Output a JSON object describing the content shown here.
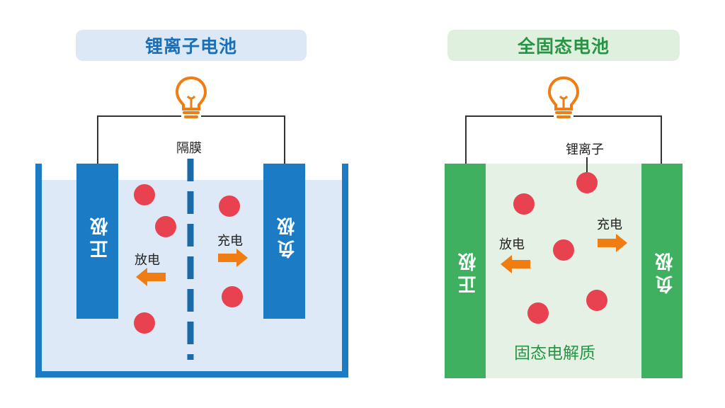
{
  "left": {
    "title": "锂离子电池",
    "separator_label": "隔膜",
    "positive_label": "正极",
    "negative_label": "负极",
    "discharge_label": "放电",
    "charge_label": "充电"
  },
  "right": {
    "title": "全固态电池",
    "ion_label": "锂离子",
    "positive_label": "正极",
    "negative_label": "负极",
    "discharge_label": "放电",
    "charge_label": "充电",
    "electrolyte_label": "固态电解质"
  },
  "colors": {
    "li_blue": "#1b7bc4",
    "li_fill": "#dde9f6",
    "li_title_bg": "#dce8f5",
    "li_title_text": "#1d6fb5",
    "ss_green": "#3fb060",
    "ss_fill": "#e4f1e4",
    "ss_title_bg": "#dff0df",
    "ss_title_text": "#2a9446",
    "ion_red": "#e8414f",
    "arrow_orange": "#ef7d12"
  },
  "icons": [
    "lightbulb-icon",
    "arrow-left-icon",
    "arrow-right-icon"
  ]
}
